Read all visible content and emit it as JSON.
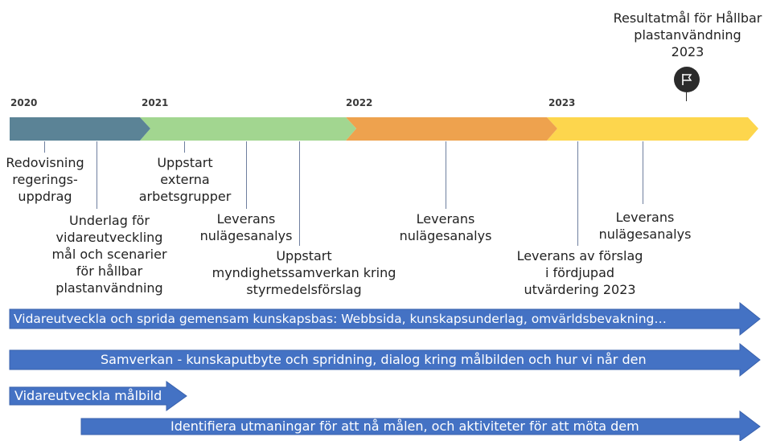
{
  "milestone": "Resultatmål för Hållbar\nplastanvändning\n2023",
  "milestone_icon": "flag-icon",
  "years": [
    "2020",
    "2021",
    "2022",
    "2023"
  ],
  "colors": {
    "segment_2020": "#5b8396",
    "segment_2021": "#a2d690",
    "segment_2022": "#eea24e",
    "segment_2023": "#fdd64d",
    "arrow": "#4472c4"
  },
  "labels": {
    "redovisning": "Redovisning\nregerings-\nuppdrag",
    "underlag": "Underlag för\nvidareutveckling\nmål och scenarier\nför hållbar\nplastanvändning",
    "uppstart_externa": "Uppstart\nexterna\narbetsgrupper",
    "leverans_1": "Leverans\nnulägesanalys",
    "uppstart_myndighet": "Uppstart\nmyndighetssamverkan kring\nstyrmedelsförslag",
    "leverans_2": "Leverans\nnulägesanalys",
    "leverans_forslag": "Leverans av förslag\ni fördjupad\nutvärdering 2023",
    "leverans_3": "Leverans\nnulägesanalys"
  },
  "arrows": [
    "Vidareutveckla och sprida gemensam kunskapsbas: Webbsida, kunskapsunderlag, omvärldsbevakning…",
    "Samverkan - kunskaputbyte och spridning, dialog kring målbilden och hur vi når den",
    "Vidareutveckla målbild",
    "Identifiera utmaningar för att nå målen, och aktiviteter för att möta dem"
  ]
}
